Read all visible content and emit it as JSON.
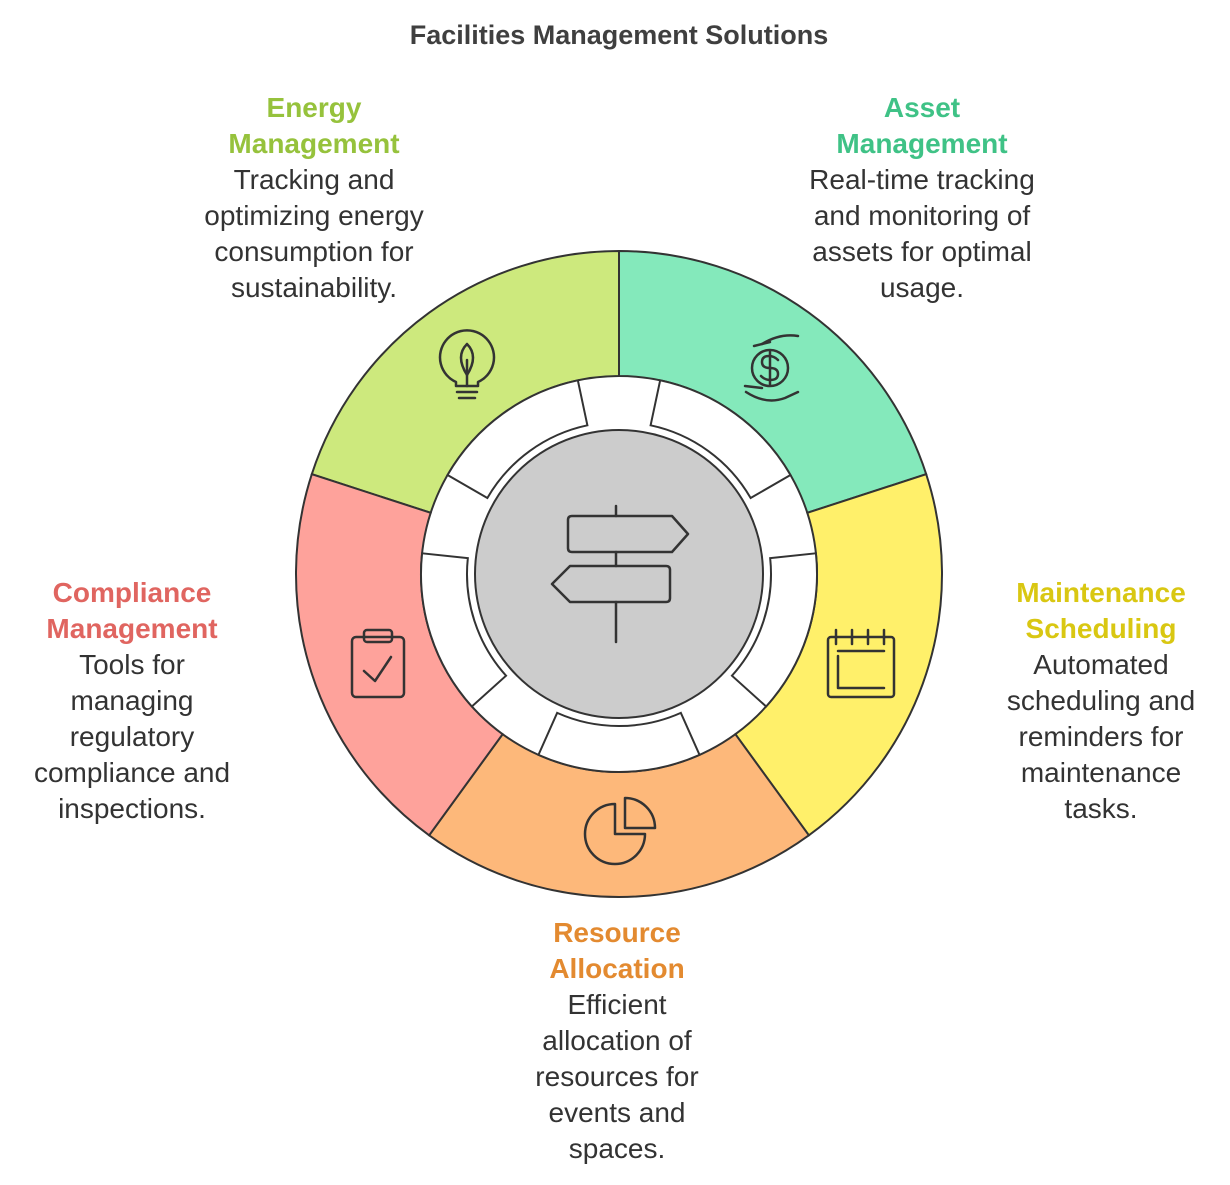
{
  "title": "Facilities Management Solutions",
  "center": {
    "icon": "signpost-icon",
    "color": "#cccccc"
  },
  "segments": [
    {
      "key": "energy",
      "title_lines": [
        "Energy",
        "Management"
      ],
      "desc_lines": [
        "Tracking and",
        "optimizing energy",
        "consumption for",
        "sustainability."
      ],
      "color": "#cde97d",
      "title_color": "#96c23c",
      "icon": "eco-bulb-icon"
    },
    {
      "key": "asset",
      "title_lines": [
        "Asset",
        "Management"
      ],
      "desc_lines": [
        "Real-time tracking",
        "and monitoring of",
        "assets for optimal",
        "usage."
      ],
      "color": "#84e9bb",
      "title_color": "#3fc286",
      "icon": "hand-dollar-icon"
    },
    {
      "key": "maintenance",
      "title_lines": [
        "Maintenance",
        "Scheduling"
      ],
      "desc_lines": [
        "Automated",
        "scheduling and",
        "reminders for",
        "maintenance",
        "tasks."
      ],
      "color": "#fff06a",
      "title_color": "#d9c712",
      "icon": "calendar-icon"
    },
    {
      "key": "resource",
      "title_lines": [
        "Resource",
        "Allocation"
      ],
      "desc_lines": [
        "Efficient",
        "allocation of",
        "resources for",
        "events and",
        "spaces."
      ],
      "color": "#fdb87a",
      "title_color": "#e38a30",
      "icon": "pie-chart-icon"
    },
    {
      "key": "compliance",
      "title_lines": [
        "Compliance",
        "Management"
      ],
      "desc_lines": [
        "Tools for",
        "managing",
        "regulatory",
        "compliance and",
        "inspections."
      ],
      "color": "#fea29b",
      "title_color": "#e06560",
      "icon": "clipboard-check-icon"
    }
  ]
}
